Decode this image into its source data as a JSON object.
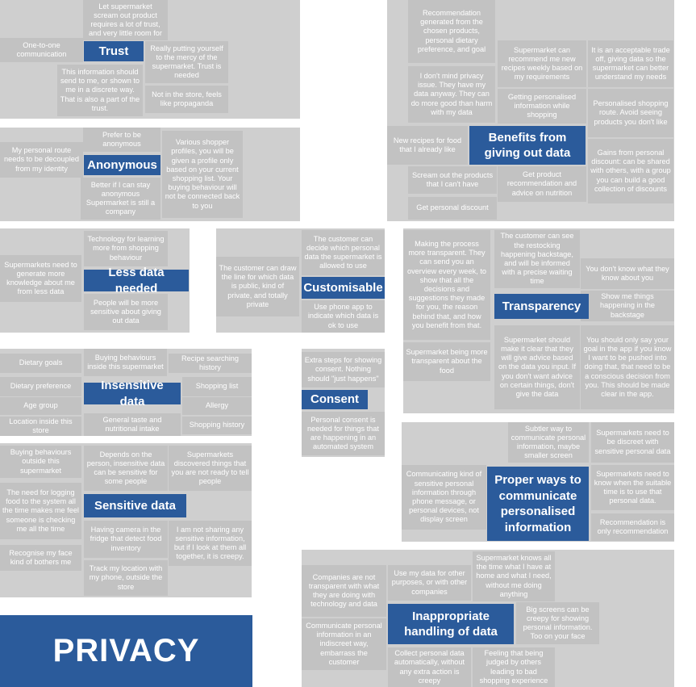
{
  "title": "PRIVACY",
  "clusters": {
    "trust": {
      "heading": "Trust",
      "notes": [
        "Let supermarket scream out product requires a lot of trust, and very little room for",
        "One-to-one communication",
        "Really putting yourself to the mercy of the supermarket. Trust is needed",
        "This information should send to me, or shown to me in a discrete way. That is also a part of the trust.",
        "Not in the store, feels like propaganda"
      ]
    },
    "anonymous": {
      "heading": "Anonymous",
      "notes": [
        "Prefer to be anonymous",
        "My personal route needs to be decoupled from my identity",
        "Various shopper profiles, you will be given a profile only based on your current shopping list. Your buying behaviour will not be connected back to you",
        "Better if I can stay anonymous Supermarket is still a company"
      ]
    },
    "less_data": {
      "heading": "Less data needed",
      "notes": [
        "Technology for learning more from shopping behaviour",
        "Supermarkets need to generate more knowledge about me from less data",
        "People will be more sensitive about giving out data"
      ]
    },
    "customisable": {
      "heading": "Customisable",
      "notes": [
        "The customer can decide which personal data the supermarket is allowed to use",
        "The customer can draw the line for which data is public, kind of private, and totally private",
        "Use phone app to indicate which data is ok to use"
      ]
    },
    "insensitive": {
      "heading": "Insensitive data",
      "notes": [
        "Dietary goals",
        "Buying behaviours inside this supermarket",
        "Recipe searching history",
        "Dietary preference",
        "Shopping list",
        "Age group",
        "Allergy",
        "Location inside this store",
        "General taste and nutritional intake",
        "Shopping history"
      ]
    },
    "consent": {
      "heading": "Consent",
      "notes": [
        "Extra steps for showing consent. Nothing should \"just happens\"",
        "Personal consent is needed for things that are happening in an automated system"
      ]
    },
    "sensitive": {
      "heading": "Sensitive data",
      "notes": [
        "Buying behaviours outside this supermarket",
        "Depends on the person, insensitive data can be sensitive for some people",
        "Supermarkets discovered things that you are not ready to tell people",
        "The need for logging food to the system all the time makes me feel someone is checking me all the time",
        "Having camera in the fridge that detect food inventory",
        "I am not sharing any sensitive information, but if I look at them all together, it is creepy.",
        "Recognise my face kind of bothers me",
        "Track my location with my phone, outside the store"
      ]
    },
    "benefits": {
      "heading": "Benefits from giving out data",
      "notes": [
        "Recommendation generated from the chosen products, personal dietary preference, and goal",
        "Supermarket can recommend me new recipes weekly based on my requirements",
        "It is an acceptable trade off, giving data so the supermarket can better understand my needs",
        "I don't mind privacy issue. They have my data anyway. They can do more good than harm with my data",
        "Getting personalised information while shopping",
        "Personalised shopping route. Avoid seeing products you don't like",
        "New recipes for food that I already like",
        "Gains from personal discount: can be shared with others, with a group you can build a good collection of discounts",
        "Scream out the products that I can't have",
        "Get product recommendation and advice on nutrition",
        "Get personal discount"
      ]
    },
    "transparency": {
      "heading": "Transparency",
      "notes": [
        "Making the process more transparent. They can send you an overview every week, to show that all the decisions and suggestions they made for you, the reason behind that, and how you benefit from that.",
        "The customer can see the restocking happening backstage, and will be informed with a precise waiting time",
        "You don't know what they know about you",
        "Show me things happening in the backstage",
        "Supermarket being more transparent about the food",
        "Supermarket should make it clear that they will give advice based on the data you input. If you don't want advice on certain things, don't give the data",
        "You should only say your goal in the app if you know I want to be pushed into doing that, that need to be a conscious decision from you. This should be made clear in the app."
      ]
    },
    "proper_ways": {
      "heading": "Proper ways to communicate personalised information",
      "notes": [
        "Subtler way to communicate personal information, maybe smaller screen",
        "Supermarkets need to be discreet with sensitive personal data",
        "Communicating kind of sensitive personal information through phone message, or personal devices, not display screen",
        "Supermarkets need to know when the suitable time is to use that personal data.",
        "Recommendation is only recommendation"
      ]
    },
    "inappropriate": {
      "heading": "Inappropriate handling of data",
      "notes": [
        "Supermarket knows all the time what I have at home and what I need, without me doing anything",
        "Companies are not transparent with what they are doing with technology and data",
        "Use my data for other purposes, or with other companies",
        "Big screens can be creepy for showing personal information. Too on your face",
        "Communicate personal information in an indiscreet way, embarrass the customer",
        "Collect personal data automatically, without any extra action is creepy",
        "Feeling that being judged by others leading to bad shopping experience"
      ]
    }
  }
}
